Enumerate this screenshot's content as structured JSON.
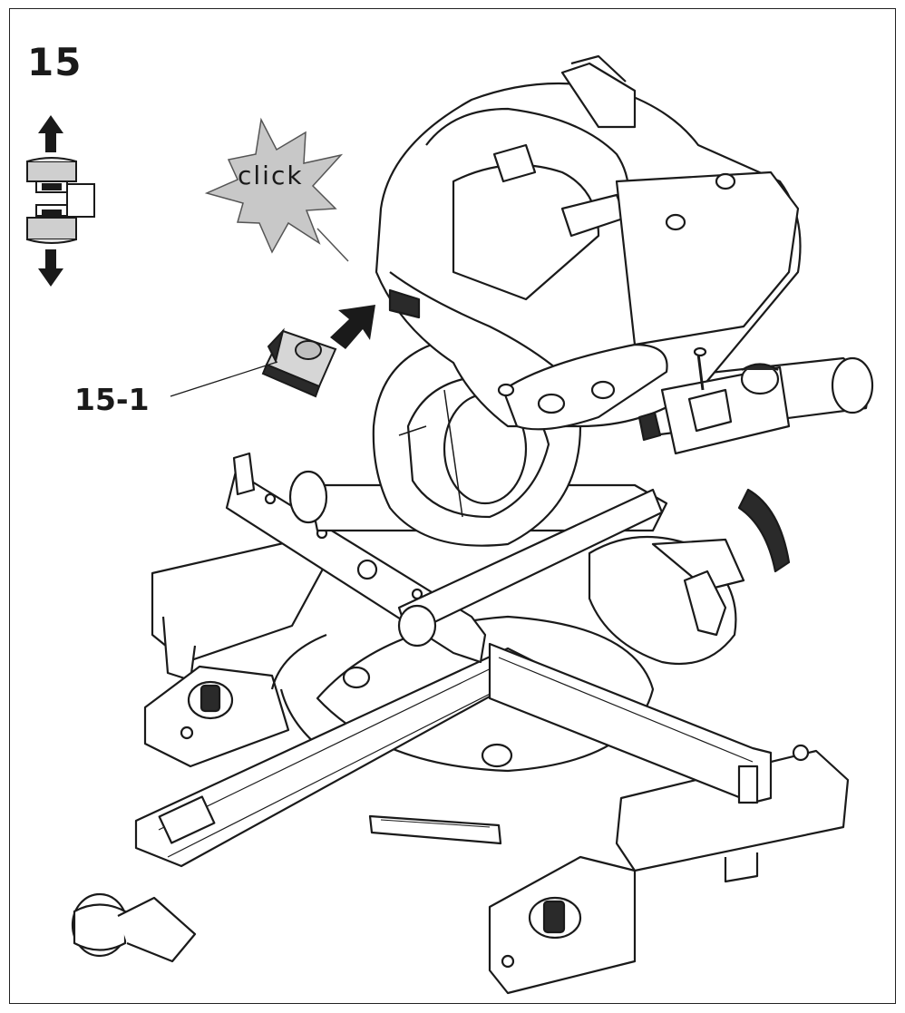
{
  "figure": {
    "step_number": "15",
    "burst_label": "click",
    "callout_label": "15-1"
  },
  "icons": {
    "pull_apart_icon": "arrows-pull-apart-icon",
    "insert_arrow": "black-insert-arrow-icon",
    "burst": "click-starburst-icon"
  },
  "colors": {
    "line": "#1a1a1a",
    "burst_fill": "#c8c8c8",
    "part_fill": "#d6d6d6",
    "dark_fill": "#2a2a2a"
  }
}
